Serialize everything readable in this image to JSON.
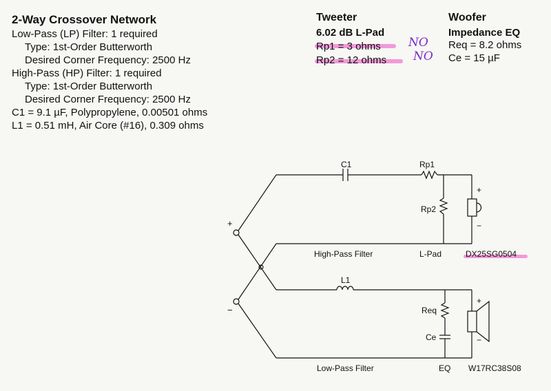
{
  "header": {
    "title": "2-Way Crossover Network"
  },
  "specs": {
    "lp_req": "Low-Pass (LP) Filter: 1 required",
    "lp_type": "Type: 1st-Order Butterworth",
    "lp_freq": "Desired Corner Frequency: 2500 Hz",
    "hp_req": "High-Pass (HP) Filter: 1 required",
    "hp_type": "Type: 1st-Order Butterworth",
    "hp_freq": "Desired Corner Frequency: 2500 Hz",
    "c1": "C1 =  9.1 µF,  Polypropylene, 0.00501 ohms",
    "l1": "L1 =  0.51 mH,  Air Core (#16), 0.309 ohms"
  },
  "tweeter": {
    "title": "Tweeter",
    "subtitle": "6.02 dB L-Pad",
    "rp1": "Rp1 = 3 ohms",
    "rp2": "Rp2 = 12 ohms",
    "annotation": "NO"
  },
  "woofer": {
    "title": "Woofer",
    "subtitle": "Impedance EQ",
    "req": "Req =  8.2 ohms",
    "ce": "Ce =     15 µF"
  },
  "schematic": {
    "c1": "C1",
    "rp1": "Rp1",
    "rp2": "Rp2",
    "l1": "L1",
    "req": "Req",
    "ce": "Ce",
    "plus_input": "+",
    "minus_input": "−",
    "tw_plus": "+",
    "tw_minus": "−",
    "wf_plus": "+",
    "wf_minus": "−",
    "hp_filter": "High-Pass Filter",
    "lpad": "L-Pad",
    "tweeter_model": "DX25SG0504",
    "lp_filter": "Low-Pass Filter",
    "eq": "EQ",
    "woofer_model": "W17RC38S08"
  },
  "colors": {
    "highlight": "#f07ad0",
    "annotation_ink": "#7a2cc9"
  }
}
